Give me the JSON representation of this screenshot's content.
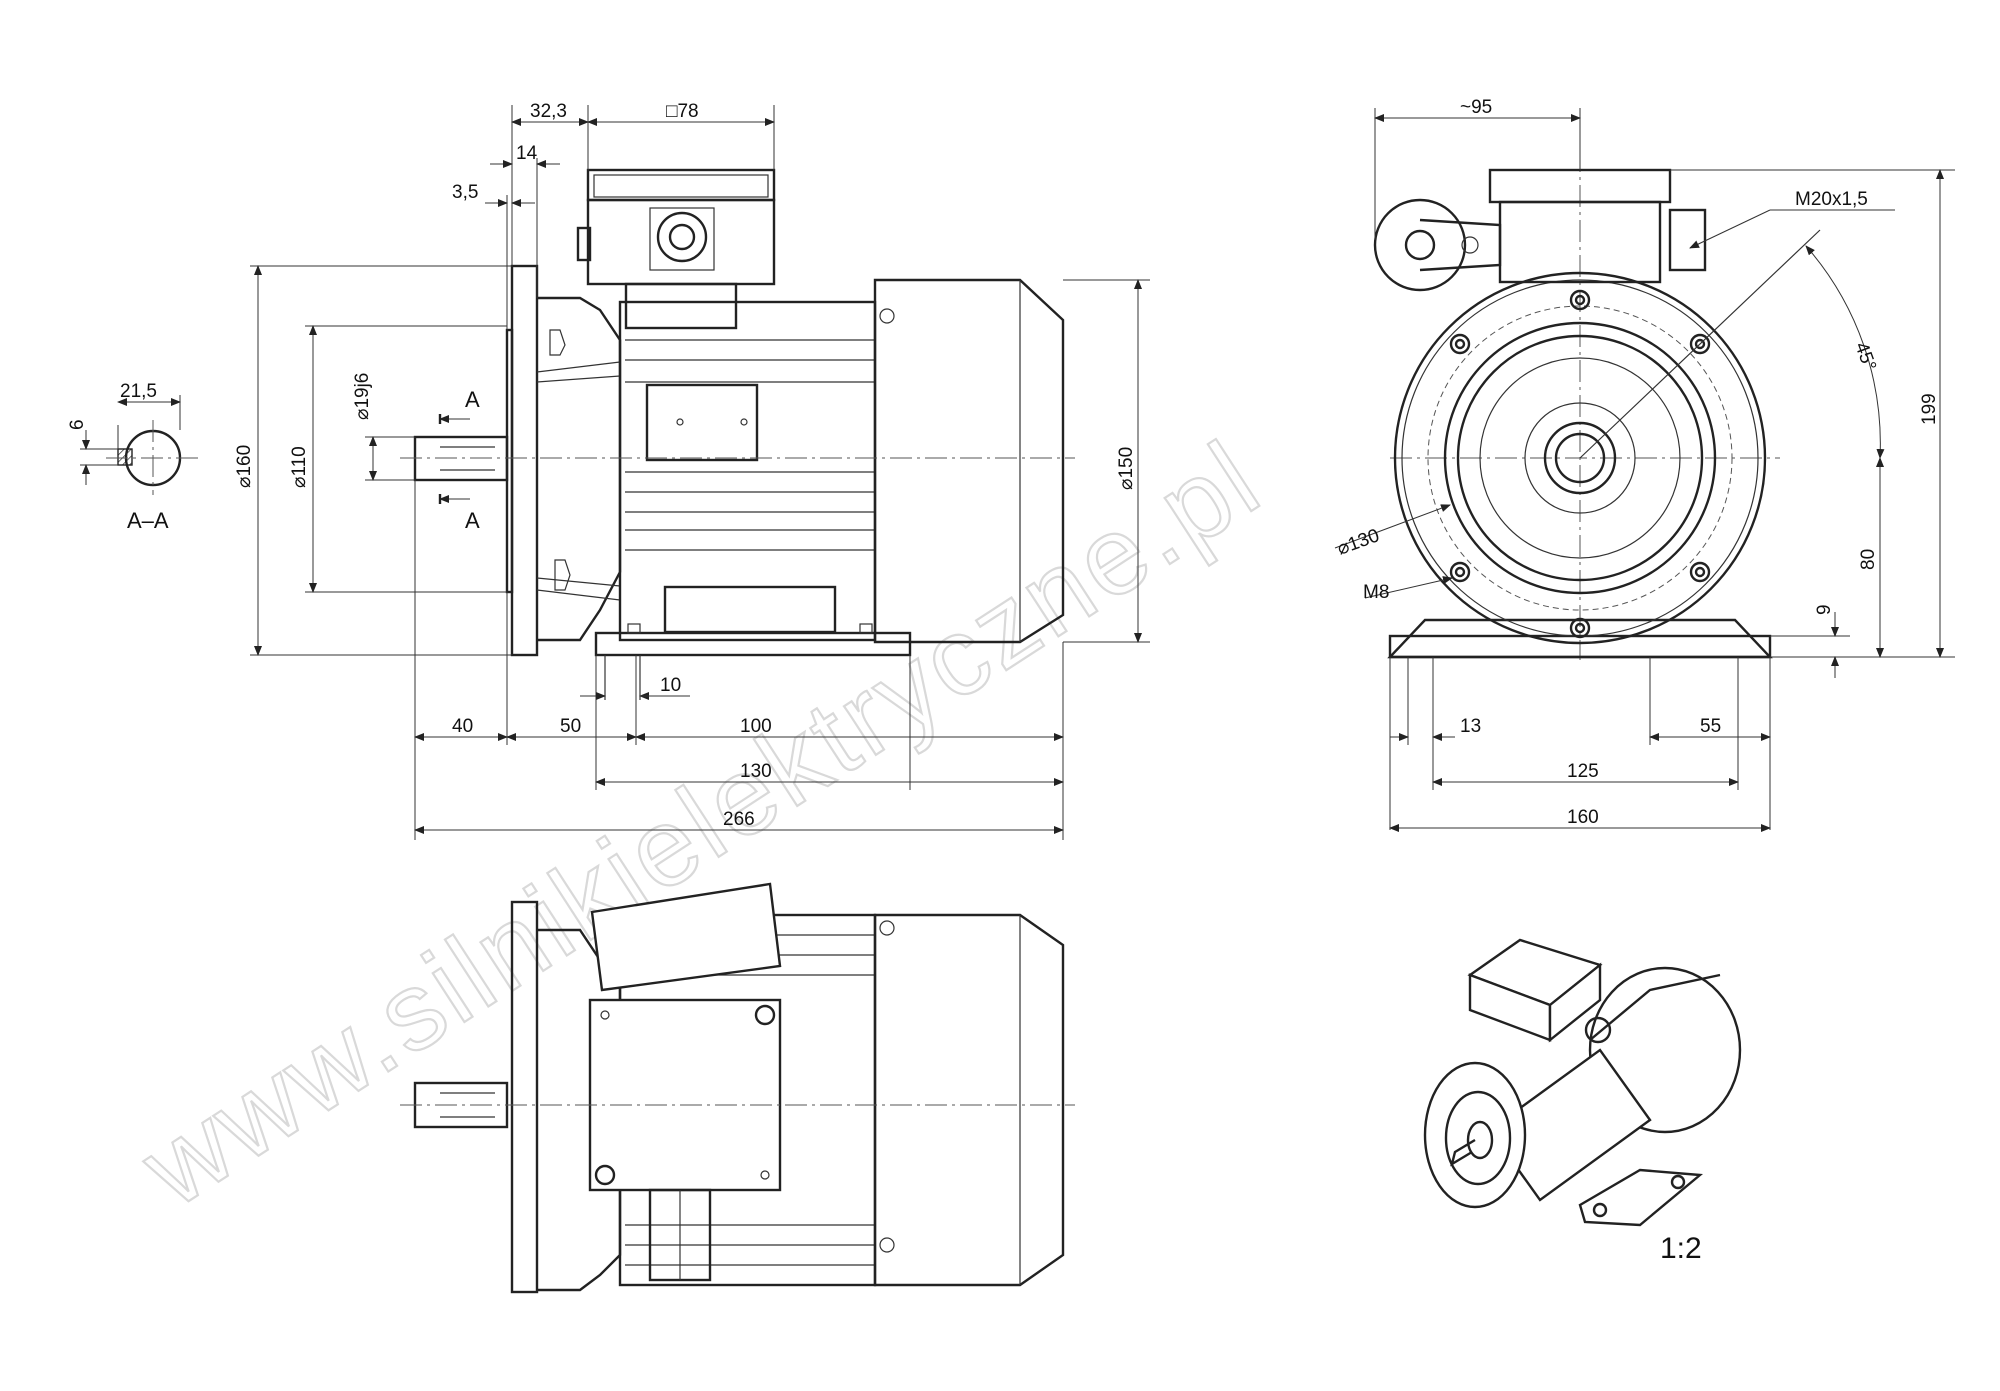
{
  "watermark": "www.silnikielektryczne.pl",
  "scale": "1:2",
  "section": {
    "label": "A–A",
    "cut_mark": "A",
    "dim_key_width": "6",
    "dim_key_depth": "21,5"
  },
  "side_view": {
    "dim_flange_offset": "32,3",
    "dim_terminal_box": "□78",
    "dim_spigot": "14",
    "dim_flange_thk": "3,5",
    "dim_flange_dia": "⌀160",
    "dim_spigot_dia": "⌀110",
    "dim_shaft_dia": "⌀19j6",
    "dim_housing_dia": "⌀150",
    "dim_foot_hole": "10",
    "dim_shaft_len": "40",
    "dim_foot_dist": "50",
    "dim_foot_span": "100",
    "dim_foot_len": "130",
    "dim_total_len": "266"
  },
  "end_view": {
    "dim_box_offset": "~95",
    "dim_gland": "M20x1,5",
    "dim_angle": "45°",
    "dim_height": "199",
    "dim_pcd": "⌀130",
    "dim_bolt": "M8",
    "dim_shaft_height": "80",
    "dim_foot_thk": "9",
    "dim_foot_hole": "13",
    "dim_foot_width": "55",
    "dim_foot_span": "125",
    "dim_total_width": "160"
  }
}
